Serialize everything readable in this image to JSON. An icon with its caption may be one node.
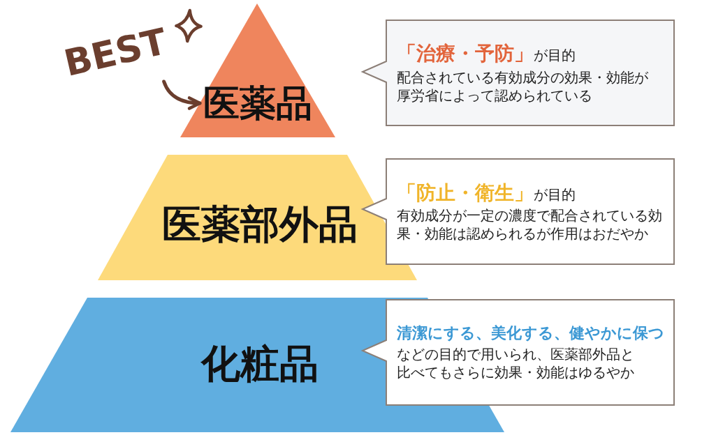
{
  "diagram": {
    "nodes": [
      {
        "text": [
          "BEST"
        ]
      },
      {
        "text": [
          "医薬品"
        ]
      },
      {
        "text": [
          "**「治療・予防」**が目的",
          "配合されている有効成分の効果・効能が厚労省によって認められている"
        ]
      },
      {
        "text": [
          "医薬部外品"
        ]
      },
      {
        "text": [
          "**「防止・衛生」**が目的",
          "有効成分が一定の濃度で配合されている効果・効能は認められるが作用はおだやか"
        ]
      },
      {
        "text": [
          "化粧品"
        ]
      },
      {
        "text": [
          "清潔にする、美化する、健やかに保つ",
          "などの目的で用いられ、医薬部外品と比べてもさらに効果・効能はゆるやか"
        ]
      }
    ],
    "edges": [
      {
        "from": 0,
        "to": 1,
        "arrow": "to",
        "color": "#6b3e2e"
      }
    ]
  }
}
